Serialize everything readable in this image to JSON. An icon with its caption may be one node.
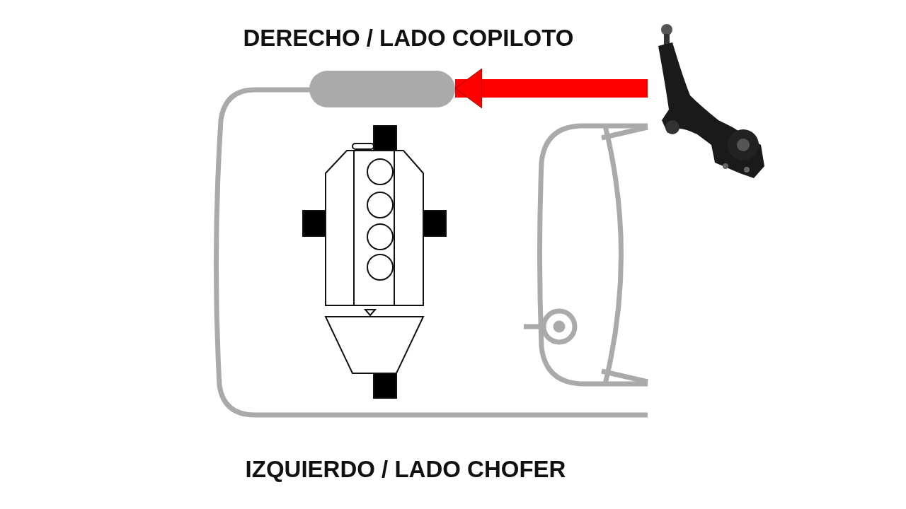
{
  "diagram": {
    "nodes": [
      {
        "text": [],
        "shape": "box"
      },
      {
        "text": [],
        "shape": "picture"
      }
    ],
    "edges": [
      {
        "from": 1,
        "to": 0,
        "arrow": "to",
        "color": "#ff0000"
      }
    ],
    "labels": [
      "DERECHO / LADO COPILOTO",
      "IZQUIERDO / LADO CHOFER"
    ]
  }
}
